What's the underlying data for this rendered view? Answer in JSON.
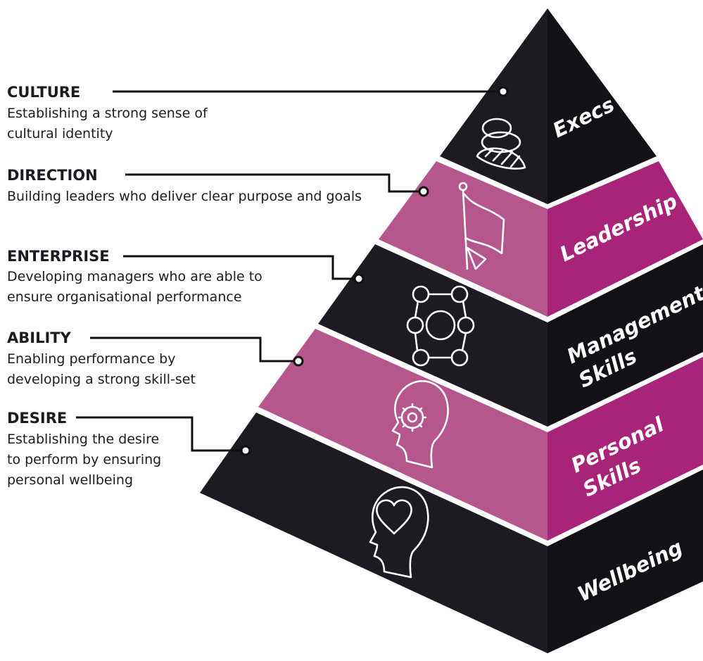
{
  "colors": {
    "dark": "#1e1a22",
    "dark_side": "#131016",
    "magenta_left": "#b5578c",
    "magenta_right": "#a82478"
  },
  "labels": [
    {
      "title": "CULTURE",
      "lines": [
        "Establishing a strong sense of",
        "cultural identity"
      ]
    },
    {
      "title": "DIRECTION",
      "lines": [
        "Building leaders who deliver clear purpose and goals"
      ]
    },
    {
      "title": "ENTERPRISE",
      "lines": [
        "Developing managers who are able to",
        "ensure organisational performance"
      ]
    },
    {
      "title": "ABILITY",
      "lines": [
        "Enabling performance by",
        "developing a strong skill-set"
      ]
    },
    {
      "title": "DESIRE",
      "lines": [
        "Establishing the desire",
        "to perform by ensuring",
        "personal wellbeing"
      ]
    }
  ],
  "tiers": [
    {
      "lines": [
        "Execs"
      ],
      "icon": "people-group-icon"
    },
    {
      "lines": [
        "Leadership"
      ],
      "icon": "flag-icon"
    },
    {
      "lines": [
        "Management",
        "Skills"
      ],
      "icon": "network-icon"
    },
    {
      "lines": [
        "Personal",
        "Skills"
      ],
      "icon": "head-gear-icon"
    },
    {
      "lines": [
        "Wellbeing"
      ],
      "icon": "head-heart-icon"
    }
  ]
}
